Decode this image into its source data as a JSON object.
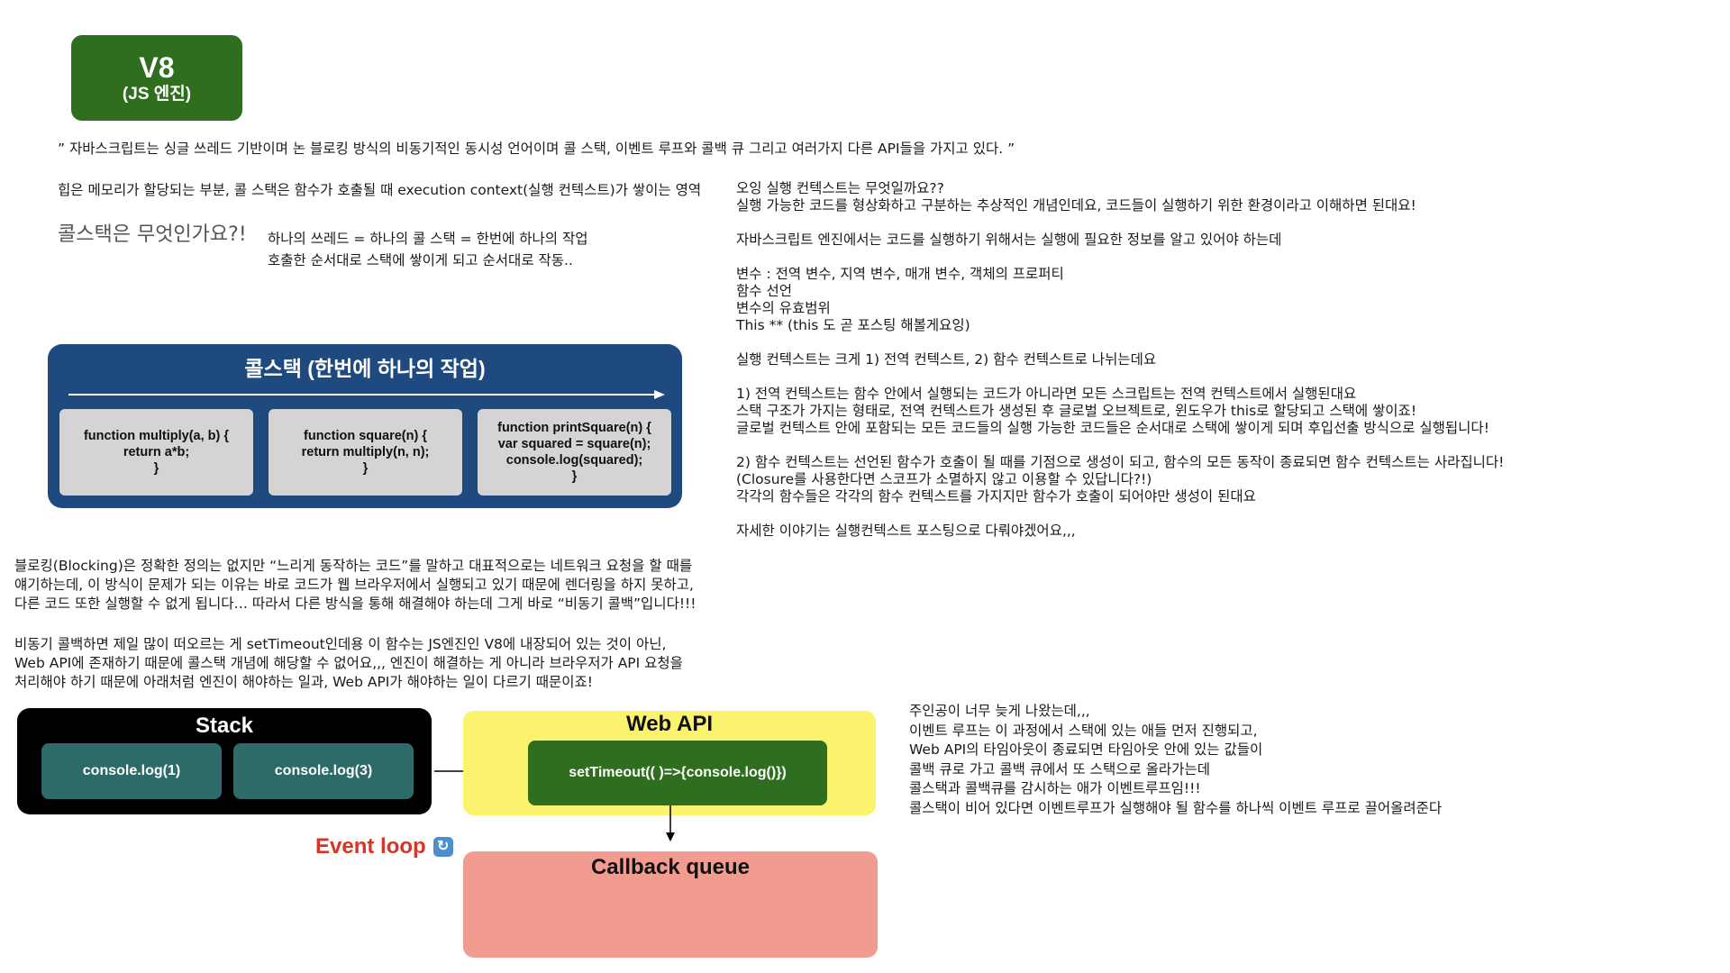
{
  "v8": {
    "title": "V8",
    "subtitle": "(JS 엔진)"
  },
  "quote": "” 자바스크립트는 싱글 쓰레드 기반이며 논 블로킹 방식의 비동기적인 동시성 언어이며 콜 스택, 이벤트 루프와 콜백 큐 그리고 여러가지 다른 API들을 가지고 있다. ”",
  "heap_line": "힙은 메모리가 할당되는 부분, 콜 스택은 함수가 호출될 때 execution context(실행 컨텍스트)가 쌓이는 영역",
  "callstack_question": "콜스택은 무엇인가요?!",
  "callstack_answer": [
    "하나의 쓰레드 = 하나의 콜 스택 = 한번에 하나의 작업",
    "호출한 순서대로 스택에 쌓이게 되고 순서대로 작동.."
  ],
  "callstack_diagram": {
    "title": "콜스택 (한번에 하나의 작업)",
    "cards": [
      [
        "function multiply(a, b) {",
        "return a*b;",
        "}"
      ],
      [
        "function square(n) {",
        "return multiply(n, n);",
        "}"
      ],
      [
        "function printSquare(n) {",
        "var squared = square(n);",
        "console.log(squared);",
        "}"
      ]
    ]
  },
  "context_text": [
    "오잉 실행 컨텍스트는 무엇일까요??",
    "실행 가능한 코드를 형상화하고 구분하는 추상적인 개념인데요, 코드들이 실행하기 위한 환경이라고 이해하면 된대요!",
    "",
    "자바스크립트 엔진에서는 코드를 실행하기 위해서는 실행에 필요한 정보를 알고 있어야 하는데",
    "",
    "변수 : 전역 변수, 지역 변수, 매개 변수, 객체의 프로퍼티",
    "함수 선언",
    "변수의 유효범위",
    "This ** (this 도 곧 포스팅 해볼게요잉)",
    "",
    "실행 컨텍스트는 크게 1) 전역 컨텍스트, 2) 함수 컨텍스트로 나뉘는데요",
    "",
    "1)  전역 컨텍스트는 함수 안에서 실행되는 코드가 아니라면 모든 스크립트는 전역 컨텍스트에서 실행된대요",
    "스택 구조가 가지는 형태로, 전역 컨텍스트가 생성된 후 글로벌 오브젝트로, 윈도우가 this로 할당되고 스택에 쌓이죠!",
    "글로벌 컨텍스트 안에 포함되는 모든 코드들의 실행 가능한 코드들은 순서대로 스택에 쌓이게 되며 후입선출 방식으로 실행됩니다!",
    "",
    "2) 함수 컨텍스트는 선언된 함수가 호출이 될 때를 기점으로 생성이 되고, 함수의 모든 동작이 종료되면 함수 컨텍스트는 사라집니다!",
    "(Closure를 사용한다면 스코프가 소멸하지 않고 이용할 수 있답니다?!)",
    "각각의 함수들은 각각의 함수 컨텍스트를 가지지만 함수가 호출이 되어야만 생성이 된대요",
    "",
    "자세한 이야기는 실행컨텍스트 포스팅으로 다뤄야겠어요,,,"
  ],
  "blocking_text": [
    "블로킹(Blocking)은 정확한 정의는 없지만 “느리게 동작하는 코드”를 말하고 대표적으로는 네트워크 요청을 할 때를",
    "얘기하는데, 이 방식이 문제가 되는 이유는 바로 코드가 웹 브라우저에서 실행되고 있기 때문에 렌더링을 하지 못하고,",
    "다른 코드 또한 실행할 수 없게 됩니다… 따라서 다른 방식을 통해 해결해야 하는데 그게 바로 “비동기 콜백”입니다!!!"
  ],
  "async_text": [
    "비동기 콜백하면 제일 많이 떠오르는 게 setTimeout인데용 이 함수는 JS엔진인 V8에 내장되어 있는 것이 아닌,",
    "Web API에 존재하기 때문에 콜스택 개념에 해당할 수 없어요,,, 엔진이 해결하는 게 아니라 브라우저가 API 요청을",
    "처리해야 하기 때문에 아래처럼 엔진이 해야하는 일과, Web API가 해야하는 일이 다르기 때문이죠!"
  ],
  "event_loop_diagram": {
    "stack_title": "Stack",
    "stack_items": [
      "console.log(1)",
      "console.log(3)"
    ],
    "webapi_title": "Web API",
    "webapi_item": "setTimeout(( )=>{console.log()})",
    "callback_title": "Callback queue",
    "event_loop_label": "Event loop",
    "loop_icon": "repeat-icon"
  },
  "eventloop_text": [
    "주인공이 너무 늦게 나왔는데,,,",
    "이벤트 루프는 이 과정에서 스택에 있는 애들 먼저 진행되고,",
    "Web API의 타임아웃이 종료되면 타임아웃 안에 있는 값들이",
    "콜백 큐로 가고 콜백 큐에서 또 스택으로 올라가는데",
    "콜스택과 콜백큐를 감시하는 애가 이벤트루프임!!!",
    "콜스택이 비어 있다면 이벤트루프가 실행해야 될 함수를 하나씩 이벤트 루프로 끌어올려준다"
  ],
  "colors": {
    "v8_green": "#2f6e1e",
    "callstack_blue": "#1f4a7f",
    "stack_black": "#000000",
    "stack_item_teal": "#2d6b68",
    "webapi_yellow": "#fbf26d",
    "callback_pink": "#f29b90",
    "event_loop_red": "#d63527"
  }
}
